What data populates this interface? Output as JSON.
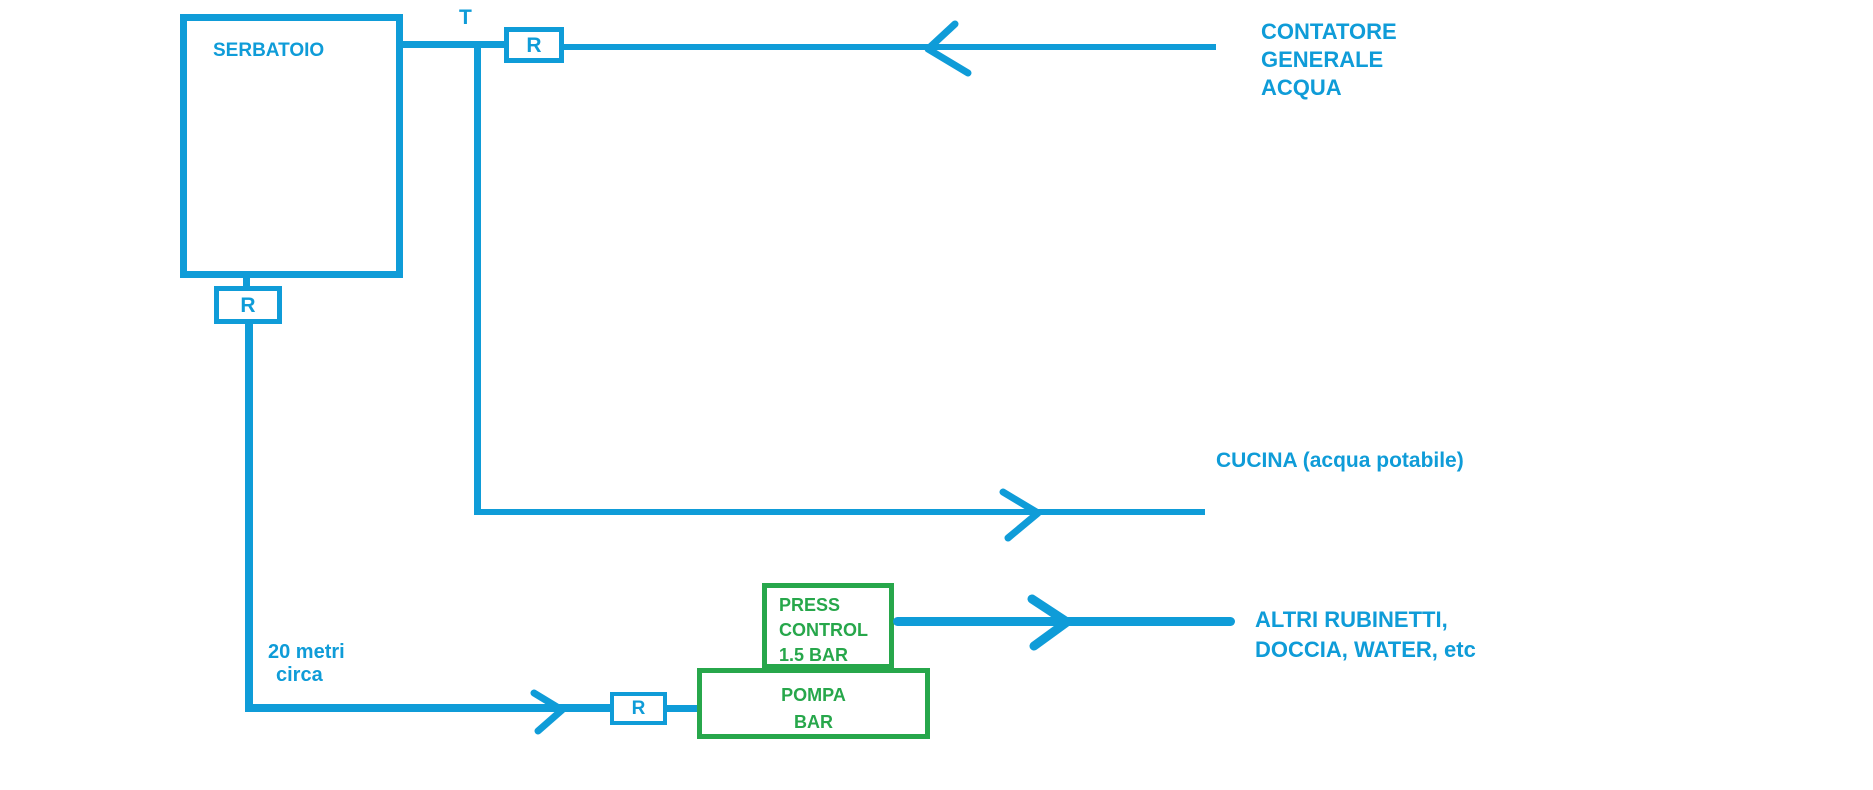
{
  "colors": {
    "pipe_blue": "#0f9cd8",
    "device_green": "#27a74b",
    "background": "#ffffff"
  },
  "diagram": {
    "tank": {
      "label": "SERBATOIO"
    },
    "junction": {
      "label": "T"
    },
    "valve_top": {
      "label": "R"
    },
    "valve_tank_bottom": {
      "label": "R"
    },
    "valve_pump_inlet": {
      "label": "R"
    },
    "meter_label": {
      "lines": [
        "CONTATORE",
        "GENERALE",
        "ACQUA"
      ]
    },
    "kitchen_label": {
      "text": "CUCINA (acqua potabile)"
    },
    "other_taps_label": {
      "lines": [
        "ALTRI RUBINETTI,",
        "DOCCIA, WATER, etc"
      ]
    },
    "distance_label": {
      "lines": [
        "20 metri",
        "circa"
      ]
    },
    "press_control": {
      "lines": [
        "PRESS",
        "CONTROL",
        "1.5 BAR"
      ]
    },
    "pump": {
      "lines": [
        "POMPA",
        "BAR"
      ]
    }
  }
}
